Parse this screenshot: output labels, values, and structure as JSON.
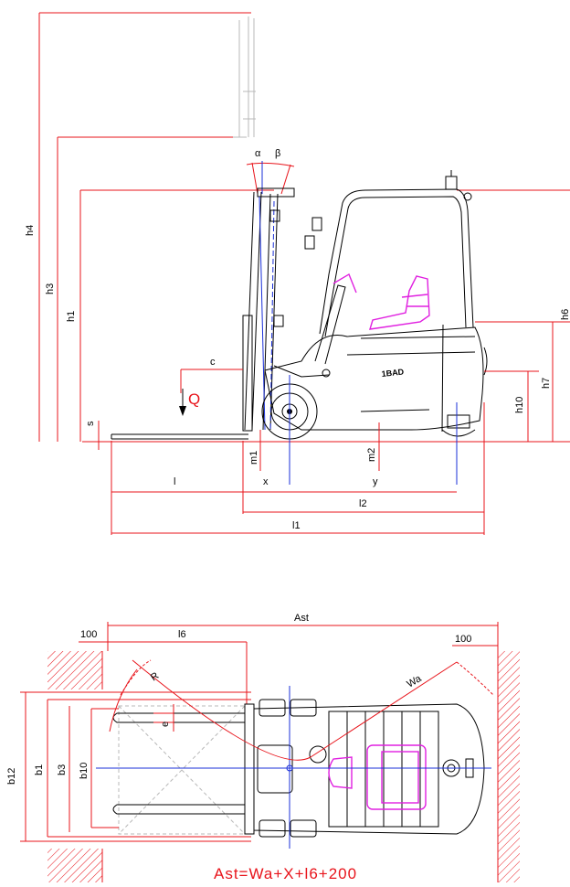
{
  "colors": {
    "dimension_line": "#e8141b",
    "centerline": "#1a2fd8",
    "seat": "#e020e0",
    "outline": "#000000",
    "load_label": "#e8141b"
  },
  "side_view": {
    "labels": {
      "h4": "h4",
      "h3": "h3",
      "h1": "h1",
      "s": "s",
      "alpha": "α",
      "beta": "β",
      "c": "c",
      "Q": "Q",
      "h6": "h6",
      "h7": "h7",
      "h10": "h10",
      "m1": "m1",
      "m2": "m2",
      "l": "l",
      "x": "x",
      "y": "y",
      "l2": "l2",
      "l1": "l1"
    },
    "logo_text": "1BAD"
  },
  "top_view": {
    "labels": {
      "Ast": "Ast",
      "gap_left": "100",
      "l6": "l6",
      "gap_right": "100",
      "R": "R",
      "Wa": "Wa",
      "e": "e",
      "b12": "b12",
      "b1": "b1",
      "b3": "b3",
      "b10": "b10"
    },
    "formula": "Ast=Wa+X+l6+200"
  }
}
